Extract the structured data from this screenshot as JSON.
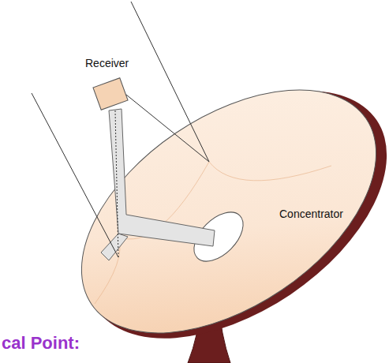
{
  "diagram": {
    "labels": [
      "Receiver",
      "Concentrator",
      "cal Point:"
    ]
  }
}
